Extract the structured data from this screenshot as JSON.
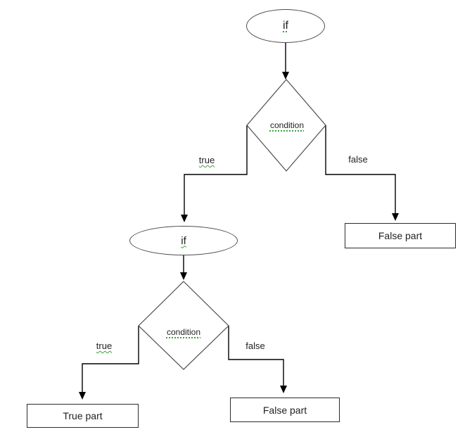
{
  "diagram": {
    "description": "Flowchart of a nested if / else-if decision structure",
    "background": "#ffffff",
    "colors": {
      "shape_outline": "#4c4c4c",
      "box_outline": "#2b2b2b",
      "connector": "#000000",
      "text": "#1f1f1f",
      "spellcheck_green": "#3aa23a"
    },
    "nodes": {
      "if_outer": {
        "label": "if",
        "shape": "ellipse"
      },
      "condition_outer": {
        "label": "condition",
        "shape": "diamond"
      },
      "false_part_outer": {
        "label": "False part",
        "shape": "rectangle"
      },
      "if_inner": {
        "label": "if",
        "shape": "ellipse"
      },
      "condition_inner": {
        "label": "condition",
        "shape": "diamond"
      },
      "true_part_inner": {
        "label": "True part",
        "shape": "rectangle"
      },
      "false_part_inner": {
        "label": "False part",
        "shape": "rectangle"
      }
    },
    "edge_labels": {
      "true_outer": "true",
      "false_outer": "false",
      "true_inner": "true",
      "false_inner": "false"
    }
  }
}
